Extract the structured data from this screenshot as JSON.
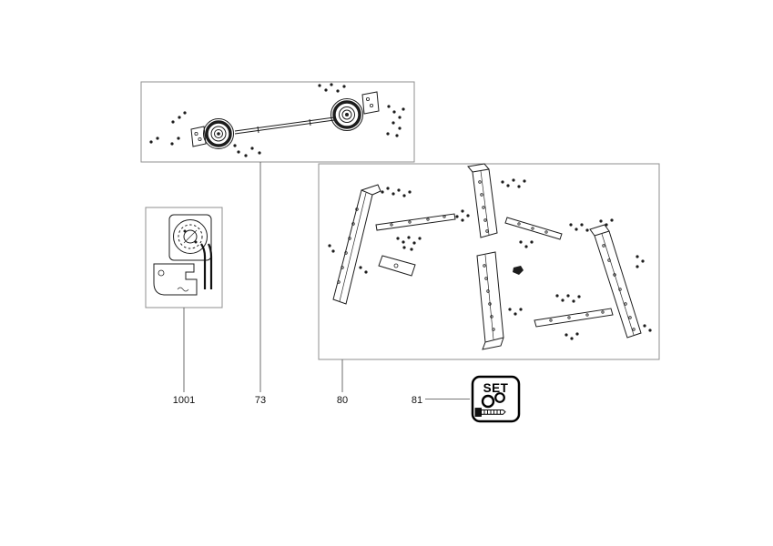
{
  "page": {
    "background": "#ffffff"
  },
  "diagram": {
    "type": "exploded-parts-diagram",
    "labels": {
      "part_1001": "1001",
      "part_73": "73",
      "part_80": "80",
      "part_81": "81"
    },
    "set_box": {
      "label": "SET"
    },
    "colors": {
      "line": "#1c1c1c",
      "box_border": "#8f8f8f",
      "background": "#ffffff"
    }
  }
}
